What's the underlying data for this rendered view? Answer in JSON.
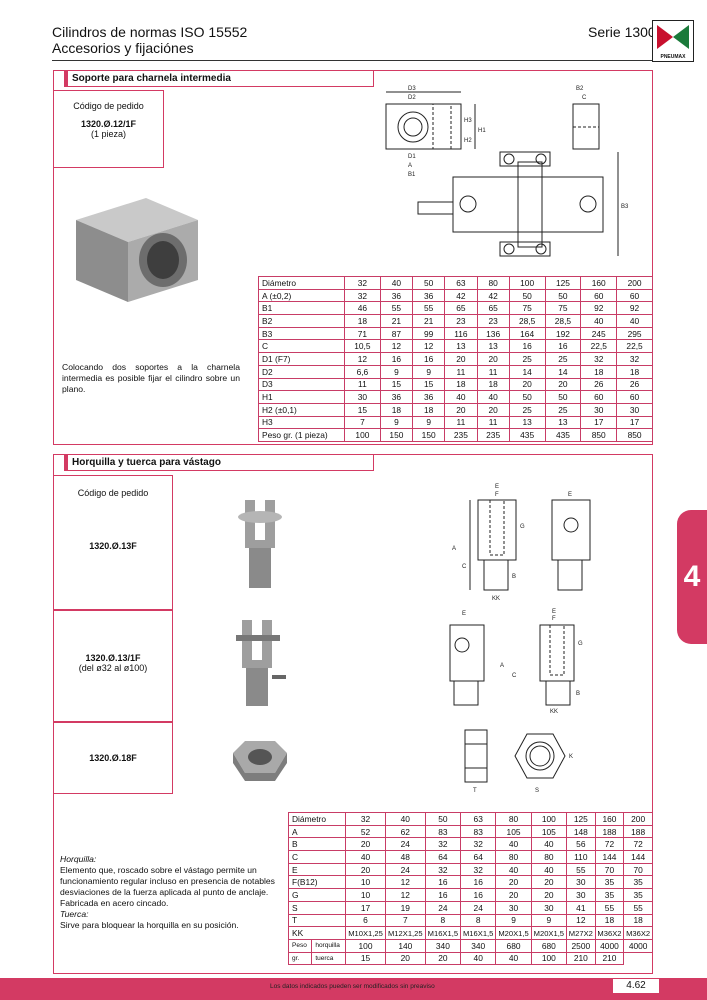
{
  "header": {
    "title_line1": "Cilindros de normas ISO 15552",
    "title_line2": "Accesorios y fijaciónes",
    "series": "Serie 1300",
    "logo_text": "PNEUMAX"
  },
  "section1": {
    "heading": "Soporte para charnela intermedia",
    "order_label": "Código de pedido",
    "code": "1320.Ø.12/1F",
    "code_note": "(1 pieza)",
    "description": "Colocando dos soportes a la charnela intermedia es posible fijar el cilindro sobre un plano.",
    "drawing_labels": [
      "D3",
      "D2",
      "H3",
      "H2",
      "H1",
      "D1",
      "A",
      "B1",
      "B2",
      "C",
      "B3"
    ],
    "table": {
      "rows": [
        [
          "Diámetro",
          "32",
          "40",
          "50",
          "63",
          "80",
          "100",
          "125",
          "160",
          "200"
        ],
        [
          "A (±0,2)",
          "32",
          "36",
          "36",
          "42",
          "42",
          "50",
          "50",
          "60",
          "60"
        ],
        [
          "B1",
          "46",
          "55",
          "55",
          "65",
          "65",
          "75",
          "75",
          "92",
          "92"
        ],
        [
          "B2",
          "18",
          "21",
          "21",
          "23",
          "23",
          "28,5",
          "28,5",
          "40",
          "40"
        ],
        [
          "B3",
          "71",
          "87",
          "99",
          "116",
          "136",
          "164",
          "192",
          "245",
          "295"
        ],
        [
          "C",
          "10,5",
          "12",
          "12",
          "13",
          "13",
          "16",
          "16",
          "22,5",
          "22,5"
        ],
        [
          "D1 (F7)",
          "12",
          "16",
          "16",
          "20",
          "20",
          "25",
          "25",
          "32",
          "32"
        ],
        [
          "D2",
          "6,6",
          "9",
          "9",
          "11",
          "11",
          "14",
          "14",
          "18",
          "18"
        ],
        [
          "D3",
          "11",
          "15",
          "15",
          "18",
          "18",
          "20",
          "20",
          "26",
          "26"
        ],
        [
          "H1",
          "30",
          "36",
          "36",
          "40",
          "40",
          "50",
          "50",
          "60",
          "60"
        ],
        [
          "H2 (±0,1)",
          "15",
          "18",
          "18",
          "20",
          "20",
          "25",
          "25",
          "30",
          "30"
        ],
        [
          "H3",
          "7",
          "9",
          "9",
          "11",
          "11",
          "13",
          "13",
          "17",
          "17"
        ],
        [
          "Peso gr. (1 pieza)",
          "100",
          "150",
          "150",
          "235",
          "235",
          "435",
          "435",
          "850",
          "850"
        ]
      ]
    }
  },
  "section2": {
    "heading": "Horquilla y tuerca para vástago",
    "order_label": "Código de pedido",
    "code1": "1320.Ø.13F",
    "code2": "1320.Ø.13/1F",
    "code2_note": "(del ø32 al ø100)",
    "code3": "1320.Ø.18F",
    "drawing_labels": [
      "E",
      "F",
      "G",
      "A",
      "C",
      "B",
      "KK",
      "S",
      "K",
      "T"
    ],
    "notes": {
      "h1": "Horquilla:",
      "t1": "Elemento que, roscado sobre el vástago permite un funcionamiento regular incluso en presencia de notables desviaciones de la fuerza aplicada al punto de anclaje. Fabricada en acero cincado.",
      "h2": "Tuerca:",
      "t2": "Sirve para bloquear la horquilla en su posición."
    },
    "table": {
      "rows": [
        [
          "Diámetro",
          "32",
          "40",
          "50",
          "63",
          "80",
          "100",
          "125",
          "160",
          "200"
        ],
        [
          "A",
          "52",
          "62",
          "83",
          "83",
          "105",
          "105",
          "148",
          "188",
          "188"
        ],
        [
          "B",
          "20",
          "24",
          "32",
          "32",
          "40",
          "40",
          "56",
          "72",
          "72"
        ],
        [
          "C",
          "40",
          "48",
          "64",
          "64",
          "80",
          "80",
          "110",
          "144",
          "144"
        ],
        [
          "E",
          "20",
          "24",
          "32",
          "32",
          "40",
          "40",
          "55",
          "70",
          "70"
        ],
        [
          "F(B12)",
          "10",
          "12",
          "16",
          "16",
          "20",
          "20",
          "30",
          "35",
          "35"
        ],
        [
          "G",
          "10",
          "12",
          "16",
          "16",
          "20",
          "20",
          "30",
          "35",
          "35"
        ],
        [
          "S",
          "17",
          "19",
          "24",
          "24",
          "30",
          "30",
          "41",
          "55",
          "55"
        ],
        [
          "T",
          "6",
          "7",
          "8",
          "8",
          "9",
          "9",
          "12",
          "18",
          "18"
        ],
        [
          "KK",
          "M10X1,25",
          "M12X1,25",
          "M16X1,5",
          "M16X1,5",
          "M20X1,5",
          "M20X1,5",
          "M27X2",
          "M36X2",
          "M36X2"
        ]
      ],
      "peso_label": "Peso",
      "gr_label": "gr.",
      "horquilla_label": "horquilla",
      "tuerca_label": "tuerca",
      "horquilla": [
        "100",
        "140",
        "340",
        "340",
        "680",
        "680",
        "2500",
        "4000",
        "4000"
      ],
      "tuerca": [
        "15",
        "20",
        "20",
        "40",
        "40",
        "100",
        "210",
        "210"
      ]
    }
  },
  "side_tab": "4",
  "footer": {
    "note": "Los datos indicados pueden ser modificados sin preaviso",
    "page": "4.62"
  }
}
